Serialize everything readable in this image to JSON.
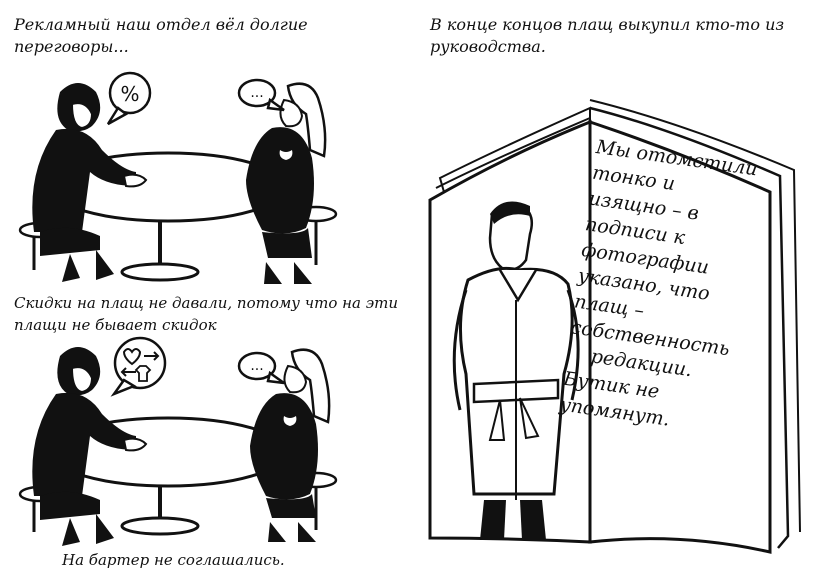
{
  "captions": {
    "top_left": "Рекламный наш отдел вёл долгие переговоры...",
    "top_right": "В конце концов плащ выкупил кто-то из руководства.",
    "middle_left": "Скидки на плащ не давали, потому что на эти плащи не бывает скидок",
    "bottom_left": "На бартер не соглашались."
  },
  "bubbles": {
    "percent": "%",
    "ellipsis_top": "...",
    "ellipsis_bottom": "..."
  },
  "magazine_page_text": [
    "Мы отомстили",
    "тонко и",
    "изящно – в",
    "подписи к",
    "фотографии",
    "указано, что",
    "плащ –",
    "собственность",
    "редакции.",
    "Бутик не",
    "упомянут."
  ]
}
